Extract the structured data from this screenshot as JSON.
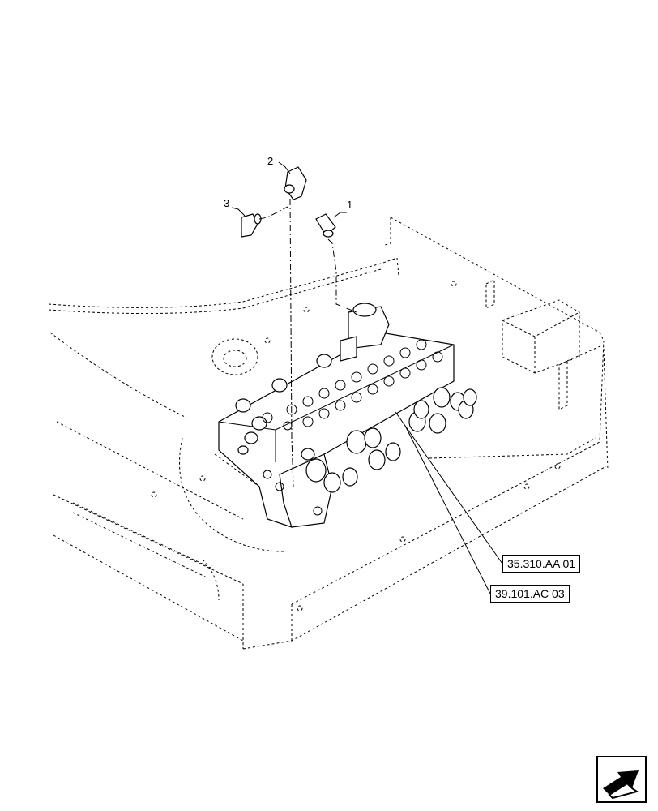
{
  "callouts": {
    "c1": "1",
    "c2": "2",
    "c3": "3"
  },
  "references": {
    "ref1": "35.310.AA 01",
    "ref2": "39.101.AC 03"
  },
  "nav": {
    "icon": "next-page-arrow-icon"
  }
}
